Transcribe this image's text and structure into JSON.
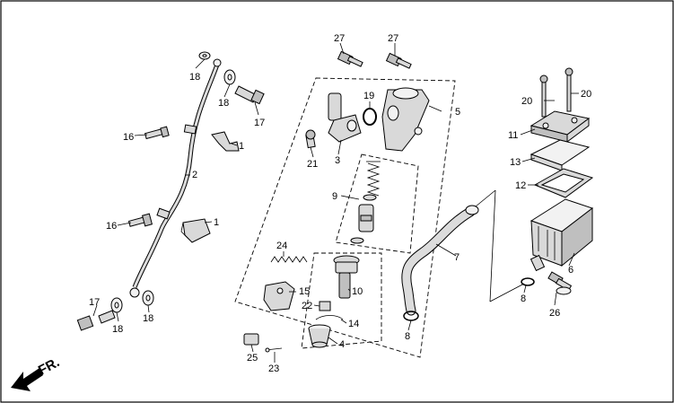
{
  "callouts": [
    {
      "id": "c27a",
      "text": "27"
    },
    {
      "id": "c27b",
      "text": "27"
    },
    {
      "id": "c18a",
      "text": "18"
    },
    {
      "id": "c18b",
      "text": "18"
    },
    {
      "id": "c17a",
      "text": "17"
    },
    {
      "id": "c16a",
      "text": "16"
    },
    {
      "id": "c1a",
      "text": "1"
    },
    {
      "id": "c2",
      "text": "2"
    },
    {
      "id": "c16b",
      "text": "16"
    },
    {
      "id": "c1b",
      "text": "1"
    },
    {
      "id": "c17b",
      "text": "17"
    },
    {
      "id": "c18c",
      "text": "18"
    },
    {
      "id": "c18d",
      "text": "18"
    },
    {
      "id": "c19",
      "text": "19"
    },
    {
      "id": "c5",
      "text": "5"
    },
    {
      "id": "c21",
      "text": "21"
    },
    {
      "id": "c3",
      "text": "3"
    },
    {
      "id": "c9",
      "text": "9"
    },
    {
      "id": "c24",
      "text": "24"
    },
    {
      "id": "c15",
      "text": "15"
    },
    {
      "id": "c10",
      "text": "10"
    },
    {
      "id": "c22",
      "text": "22"
    },
    {
      "id": "c14",
      "text": "14"
    },
    {
      "id": "c4",
      "text": "4"
    },
    {
      "id": "c25",
      "text": "25"
    },
    {
      "id": "c23",
      "text": "23"
    },
    {
      "id": "c7",
      "text": "7"
    },
    {
      "id": "c8a",
      "text": "8"
    },
    {
      "id": "c20a",
      "text": "20"
    },
    {
      "id": "c20b",
      "text": "20"
    },
    {
      "id": "c11",
      "text": "11"
    },
    {
      "id": "c13",
      "text": "13"
    },
    {
      "id": "c12",
      "text": "12"
    },
    {
      "id": "c6",
      "text": "6"
    },
    {
      "id": "c8b",
      "text": "8"
    },
    {
      "id": "c26",
      "text": "26"
    }
  ],
  "direction": {
    "label": "FR."
  }
}
